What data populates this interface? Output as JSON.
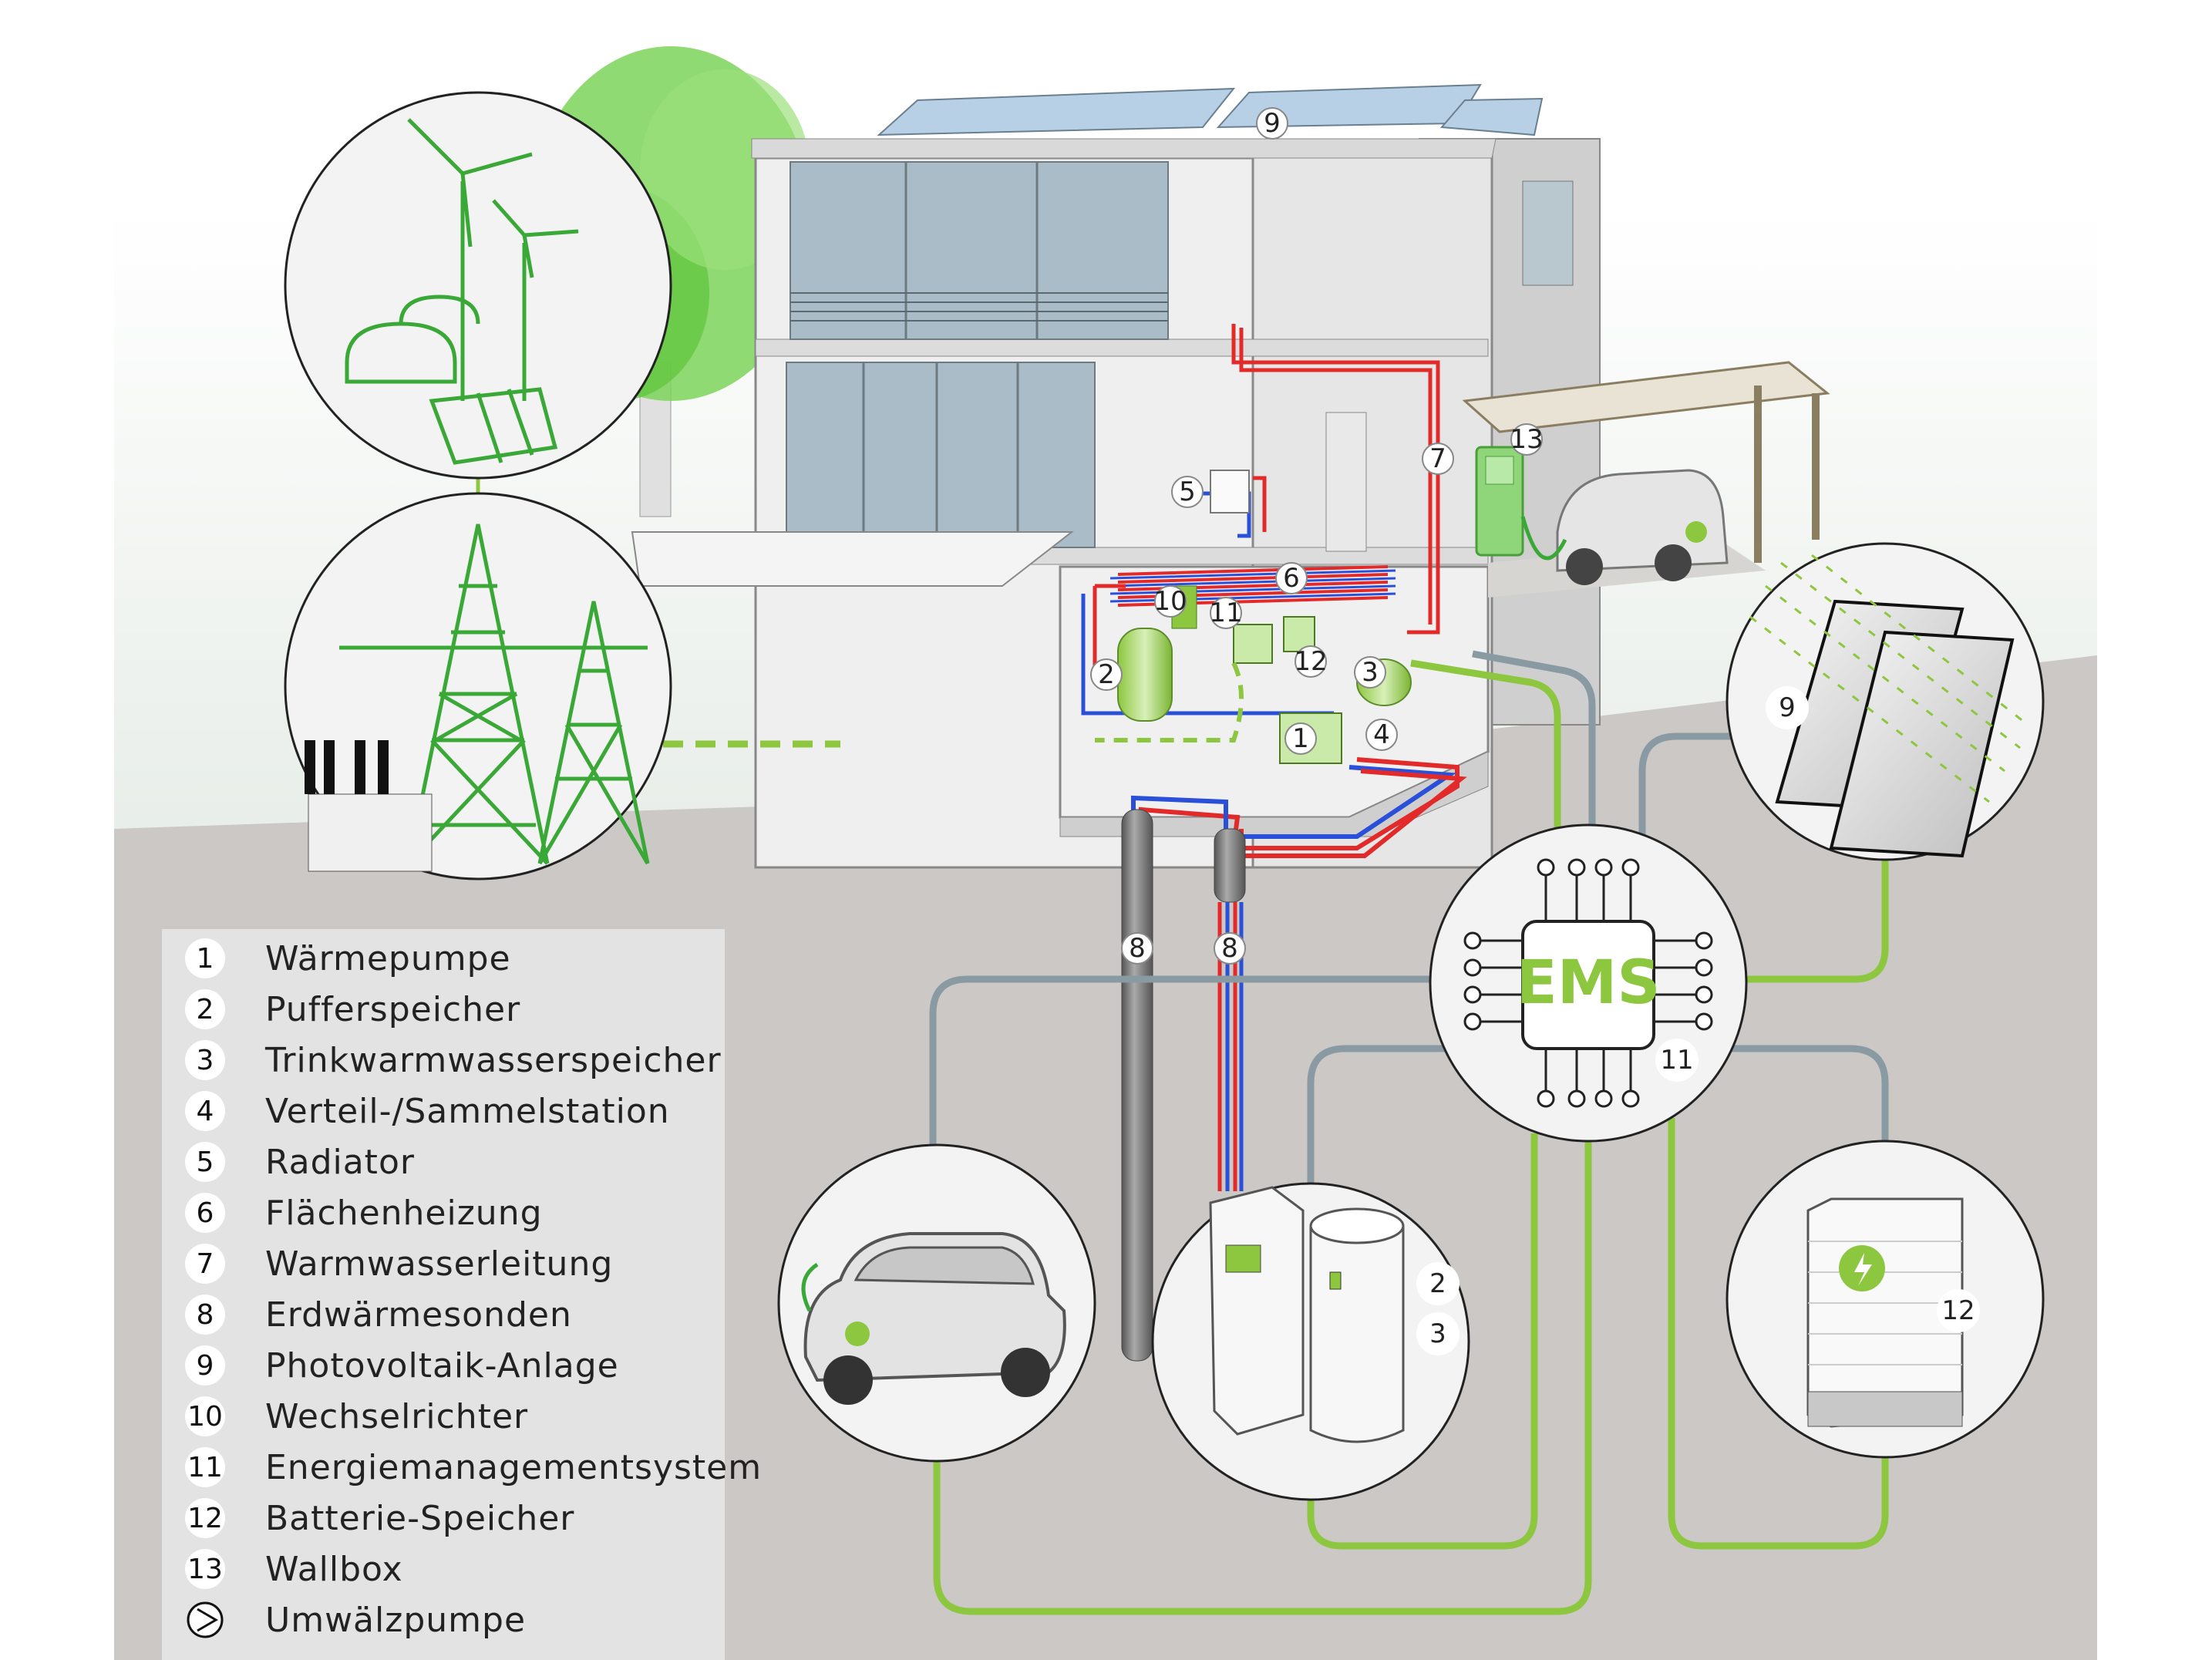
{
  "diagram": {
    "center_label": "EMS",
    "callouts": {
      "roof_pv": "9",
      "tank": "2",
      "hp": "1",
      "dist": "4",
      "dhw": "3",
      "radiator": "5",
      "floor": "6",
      "pipe": "7",
      "probe_left": "8",
      "probe_right": "8",
      "inverter": "10",
      "ems_house": "11",
      "battery_house": "12",
      "wallbox": "13",
      "pv_circle": "9",
      "ems_circle": "11",
      "buffer_circle": "2",
      "dhw_circle": "3",
      "battery_circle": "12"
    }
  },
  "legend": {
    "items": [
      {
        "num": "1",
        "label": "Wärmepumpe"
      },
      {
        "num": "2",
        "label": "Pufferspeicher"
      },
      {
        "num": "3",
        "label": "Trinkwarmwasserspeicher"
      },
      {
        "num": "4",
        "label": "Verteil-/Sammelstation"
      },
      {
        "num": "5",
        "label": "Radiator"
      },
      {
        "num": "6",
        "label": "Flächenheizung"
      },
      {
        "num": "7",
        "label": "Warmwasserleitung"
      },
      {
        "num": "8",
        "label": "Erdwärmesonden"
      },
      {
        "num": "9",
        "label": "Photovoltaik-Anlage"
      },
      {
        "num": "10",
        "label": "Wechselrichter"
      },
      {
        "num": "11",
        "label": "Energiemanagementsystem"
      },
      {
        "num": "12",
        "label": "Batterie-Speicher"
      },
      {
        "num": "13",
        "label": "Wallbox"
      },
      {
        "num": "",
        "label": "Umwälzpumpe"
      }
    ]
  },
  "colors": {
    "green": "#8dc63f",
    "line_green": "#3aa836",
    "gray_line": "#8a9aa3",
    "hot": "#e32a2a",
    "cold": "#2a4fd8",
    "ground": "#cbc8c5"
  }
}
